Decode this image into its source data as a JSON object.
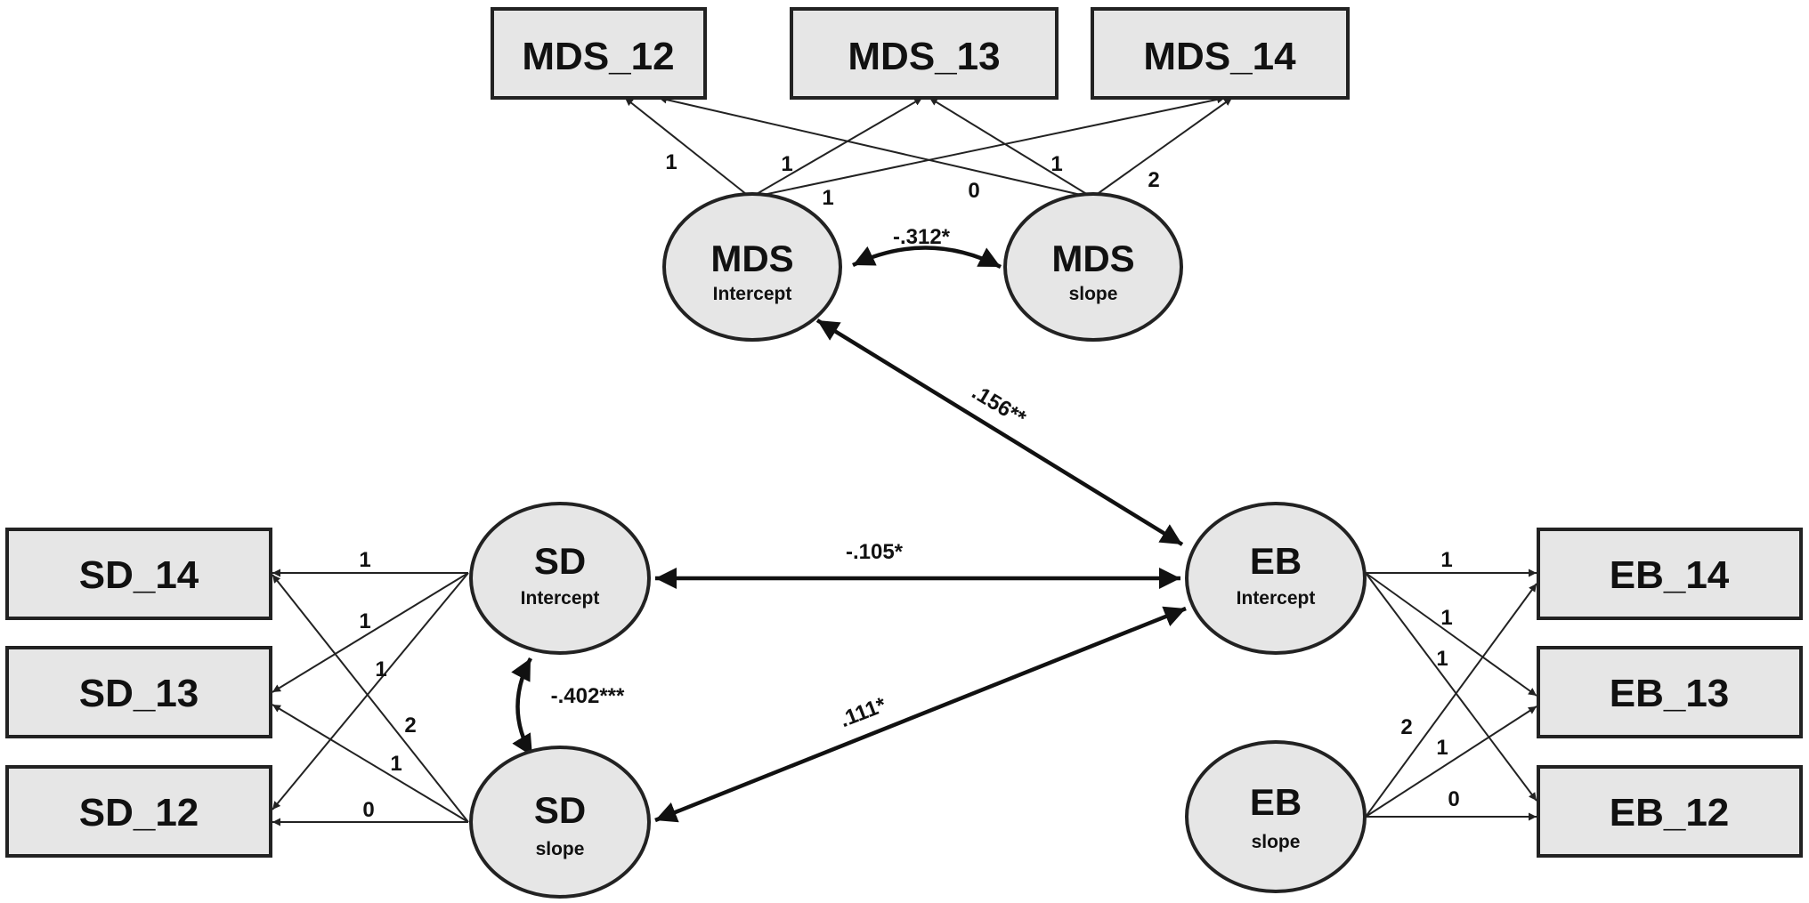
{
  "observed": {
    "mds12": "MDS_12",
    "mds13": "MDS_13",
    "mds14": "MDS_14",
    "sd14": "SD_14",
    "sd13": "SD_13",
    "sd12": "SD_12",
    "eb14": "EB_14",
    "eb13": "EB_13",
    "eb12": "EB_12"
  },
  "latent": {
    "mds_intercept": {
      "title": "MDS",
      "sub": "Intercept"
    },
    "mds_slope": {
      "title": "MDS",
      "sub": "slope"
    },
    "sd_intercept": {
      "title": "SD",
      "sub": "Intercept"
    },
    "sd_slope": {
      "title": "SD",
      "sub": "slope"
    },
    "eb_intercept": {
      "title": "EB",
      "sub": "Intercept"
    },
    "eb_slope": {
      "title": "EB",
      "sub": "slope"
    }
  },
  "loadings": {
    "mdsi_12": "1",
    "mdsi_13": "1",
    "mdsi_14": "1",
    "mdss_12": "0",
    "mdss_13": "1",
    "mdss_14": "2",
    "sdi_14": "1",
    "sdi_13": "1",
    "sdi_12": "1",
    "sds_14": "2",
    "sds_13": "1",
    "sds_12": "0",
    "ebi_14": "1",
    "ebi_13": "1",
    "ebi_12": "1",
    "ebs_14": "2",
    "ebs_13": "1",
    "ebs_12": "0"
  },
  "covariances": {
    "mds_int_slope": "-.312*",
    "mds_int_eb_int": ".156**",
    "sd_int_eb_int": "-.105*",
    "sd_int_sd_slope": "-.402***",
    "sd_slope_eb_int": ".111*"
  }
}
